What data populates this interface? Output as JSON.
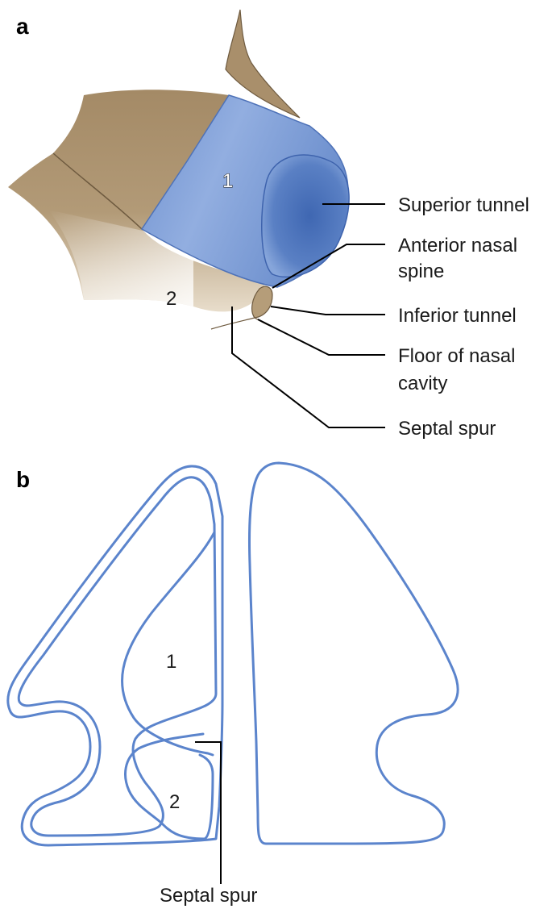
{
  "panels": {
    "a": {
      "letter": "a",
      "region_1": "1",
      "region_2": "2",
      "labels": {
        "superior_tunnel": "Superior tunnel",
        "anterior_nasal_spine_line1": "Anterior nasal",
        "anterior_nasal_spine_line2": "spine",
        "inferior_tunnel": "Inferior tunnel",
        "floor_line1": "Floor of nasal",
        "floor_line2": "cavity",
        "septal_spur": "Septal spur"
      }
    },
    "b": {
      "letter": "b",
      "region_1": "1",
      "region_2": "2",
      "labels": {
        "septal_spur": "Septal spur"
      }
    }
  },
  "colors": {
    "bone_tan": "#a9906c",
    "bone_tan_light": "#cbb898",
    "tunnel_blue": "#7e9fd6",
    "tunnel_blue_dark": "#4e72b8",
    "tunnel_blue_light": "#a9c0e6",
    "outline_blue": "#5b84cc",
    "leader_black": "#000000"
  }
}
